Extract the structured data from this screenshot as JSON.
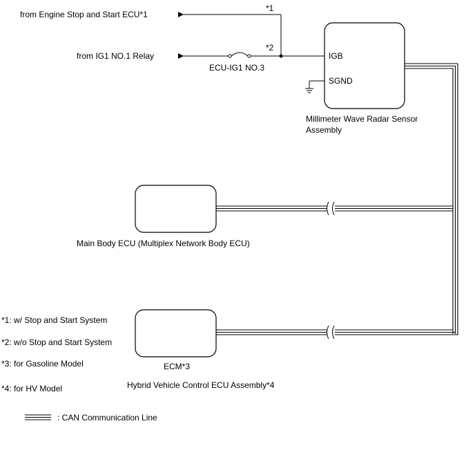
{
  "inputs": {
    "engine_stop_start": "from Engine Stop and Start ECU*1",
    "ig1_relay": "from IG1 NO.1 Relay"
  },
  "marks": {
    "star1": "*1",
    "star2": "*2"
  },
  "fuse": {
    "label": "ECU-IG1 NO.3"
  },
  "radar": {
    "pin_igb": "IGB",
    "pin_sgnd": "SGND",
    "name_line1": "Millimeter Wave Radar Sensor",
    "name_line2": "Assembly"
  },
  "main_body": {
    "name": "Main Body ECU (Multiplex Network Body ECU)"
  },
  "ecm": {
    "name": "ECM*3",
    "name_alt": "Hybrid Vehicle Control ECU Assembly*4"
  },
  "notes": [
    "*1: w/ Stop and Start System",
    "*2: w/o Stop and Start System",
    "*3: for Gasoline Model",
    "*4: for HV Model"
  ],
  "legend": {
    "can_line": ": CAN Communication Line"
  },
  "colors": {
    "line": "#000000",
    "background": "#ffffff"
  }
}
